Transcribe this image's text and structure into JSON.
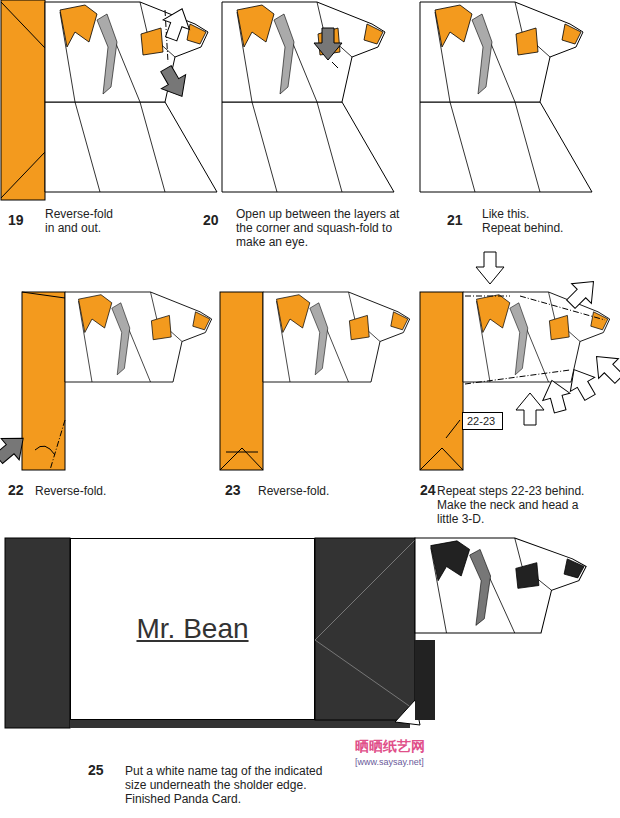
{
  "diagram": {
    "nodes": [
      {
        "text": [
          "22-23"
        ]
      },
      {
        "text": [
          "Mr. Bean"
        ]
      }
    ],
    "labels": [
      "19",
      "Reverse-fold in and out.",
      "20",
      "Open up between the layers at the corner and squash-fold to make an eye.",
      "21",
      "Like this. Repeat behind.",
      "22",
      "Reverse-fold.",
      "23",
      "Reverse-fold.",
      "24",
      "Repeat steps 22-23 behind. Make the neck and head a little 3-D.",
      "25",
      "Put a white name tag of the indicated size underneath the sholder edge. Finished Panda Card.",
      "晒晒纸艺网",
      "[www.saysay.net]"
    ]
  }
}
